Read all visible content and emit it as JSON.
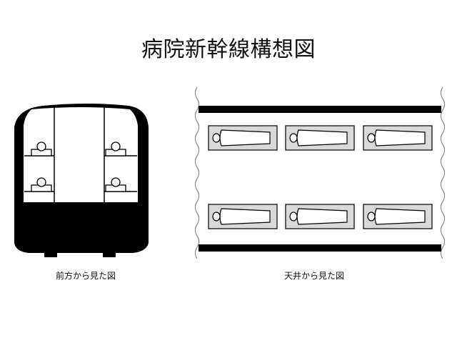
{
  "title": "病院新幹線構想図",
  "front_view": {
    "caption": "前方から見た図"
  },
  "top_view": {
    "caption": "天井から見た図",
    "bed_count": 6
  },
  "colors": {
    "ink": "#000000",
    "bed_fill": "#d9d9d9",
    "background": "#ffffff"
  }
}
